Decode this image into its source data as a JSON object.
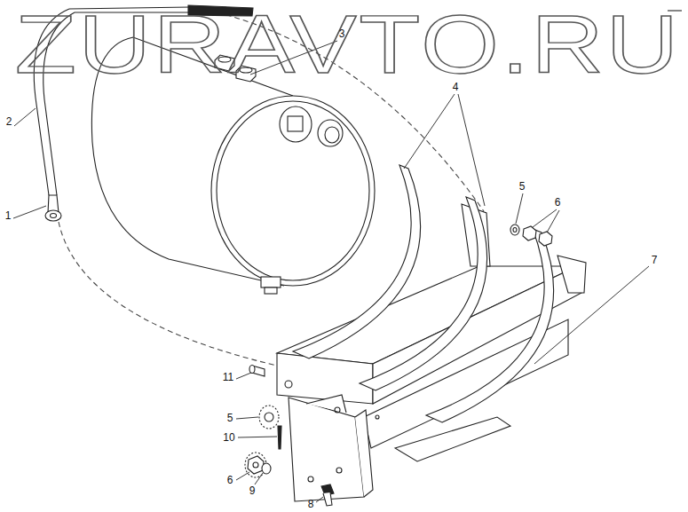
{
  "diagram": {
    "labels": [
      "ZURAVTO.RU",
      "3",
      "2",
      "1",
      "4",
      "5",
      "6",
      "7",
      "11",
      "5",
      "10",
      "6",
      "9",
      "8"
    ]
  }
}
